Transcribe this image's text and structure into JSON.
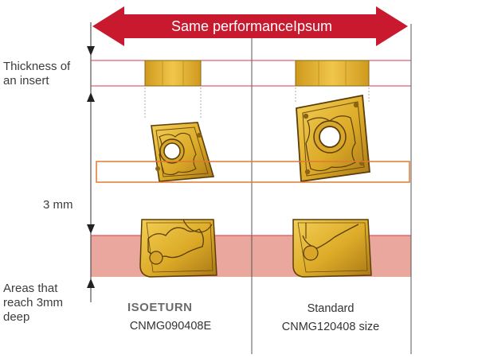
{
  "banner": {
    "text": "Same performanceIpsum",
    "color": "#c8192f"
  },
  "labels": {
    "thickness": [
      "Thickness of",
      "an insert"
    ],
    "depth": "3 mm",
    "areas": [
      "Areas that",
      "reach 3mm",
      "deep"
    ]
  },
  "left_product": {
    "brand_logo": "ISOETURN",
    "model": "CNMG090408E"
  },
  "right_product": {
    "type": "Standard",
    "model": "CNMG120408 size"
  },
  "colors": {
    "insert_gold": "#e0b22c",
    "insert_dark": "#6b4a10",
    "highlight_band": "#e8a39a",
    "reference_line": "#d83a4a",
    "orange_box": "#e07a30"
  }
}
